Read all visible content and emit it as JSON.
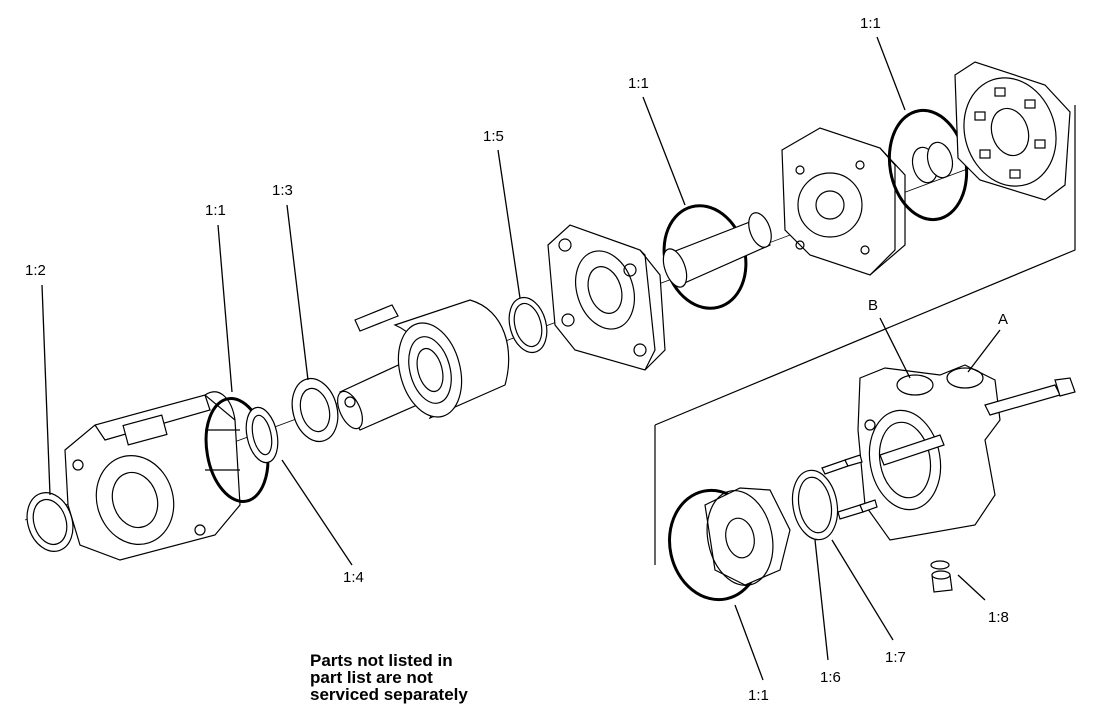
{
  "callouts": {
    "c_1_2": "1:2",
    "c_1_1_left": "1:1",
    "c_1_3": "1:3",
    "c_1_4": "1:4",
    "c_1_5": "1:5",
    "c_1_1_gerotor": "1:1",
    "c_1_1_end": "1:1",
    "c_1_1_bottom": "1:1",
    "c_1_6": "1:6",
    "c_1_7": "1:7",
    "c_1_8": "1:8",
    "port_b": "B",
    "port_a": "A"
  },
  "note": {
    "line1": "Parts not listed in",
    "line2": "part list are not",
    "line3": "serviced separately"
  }
}
